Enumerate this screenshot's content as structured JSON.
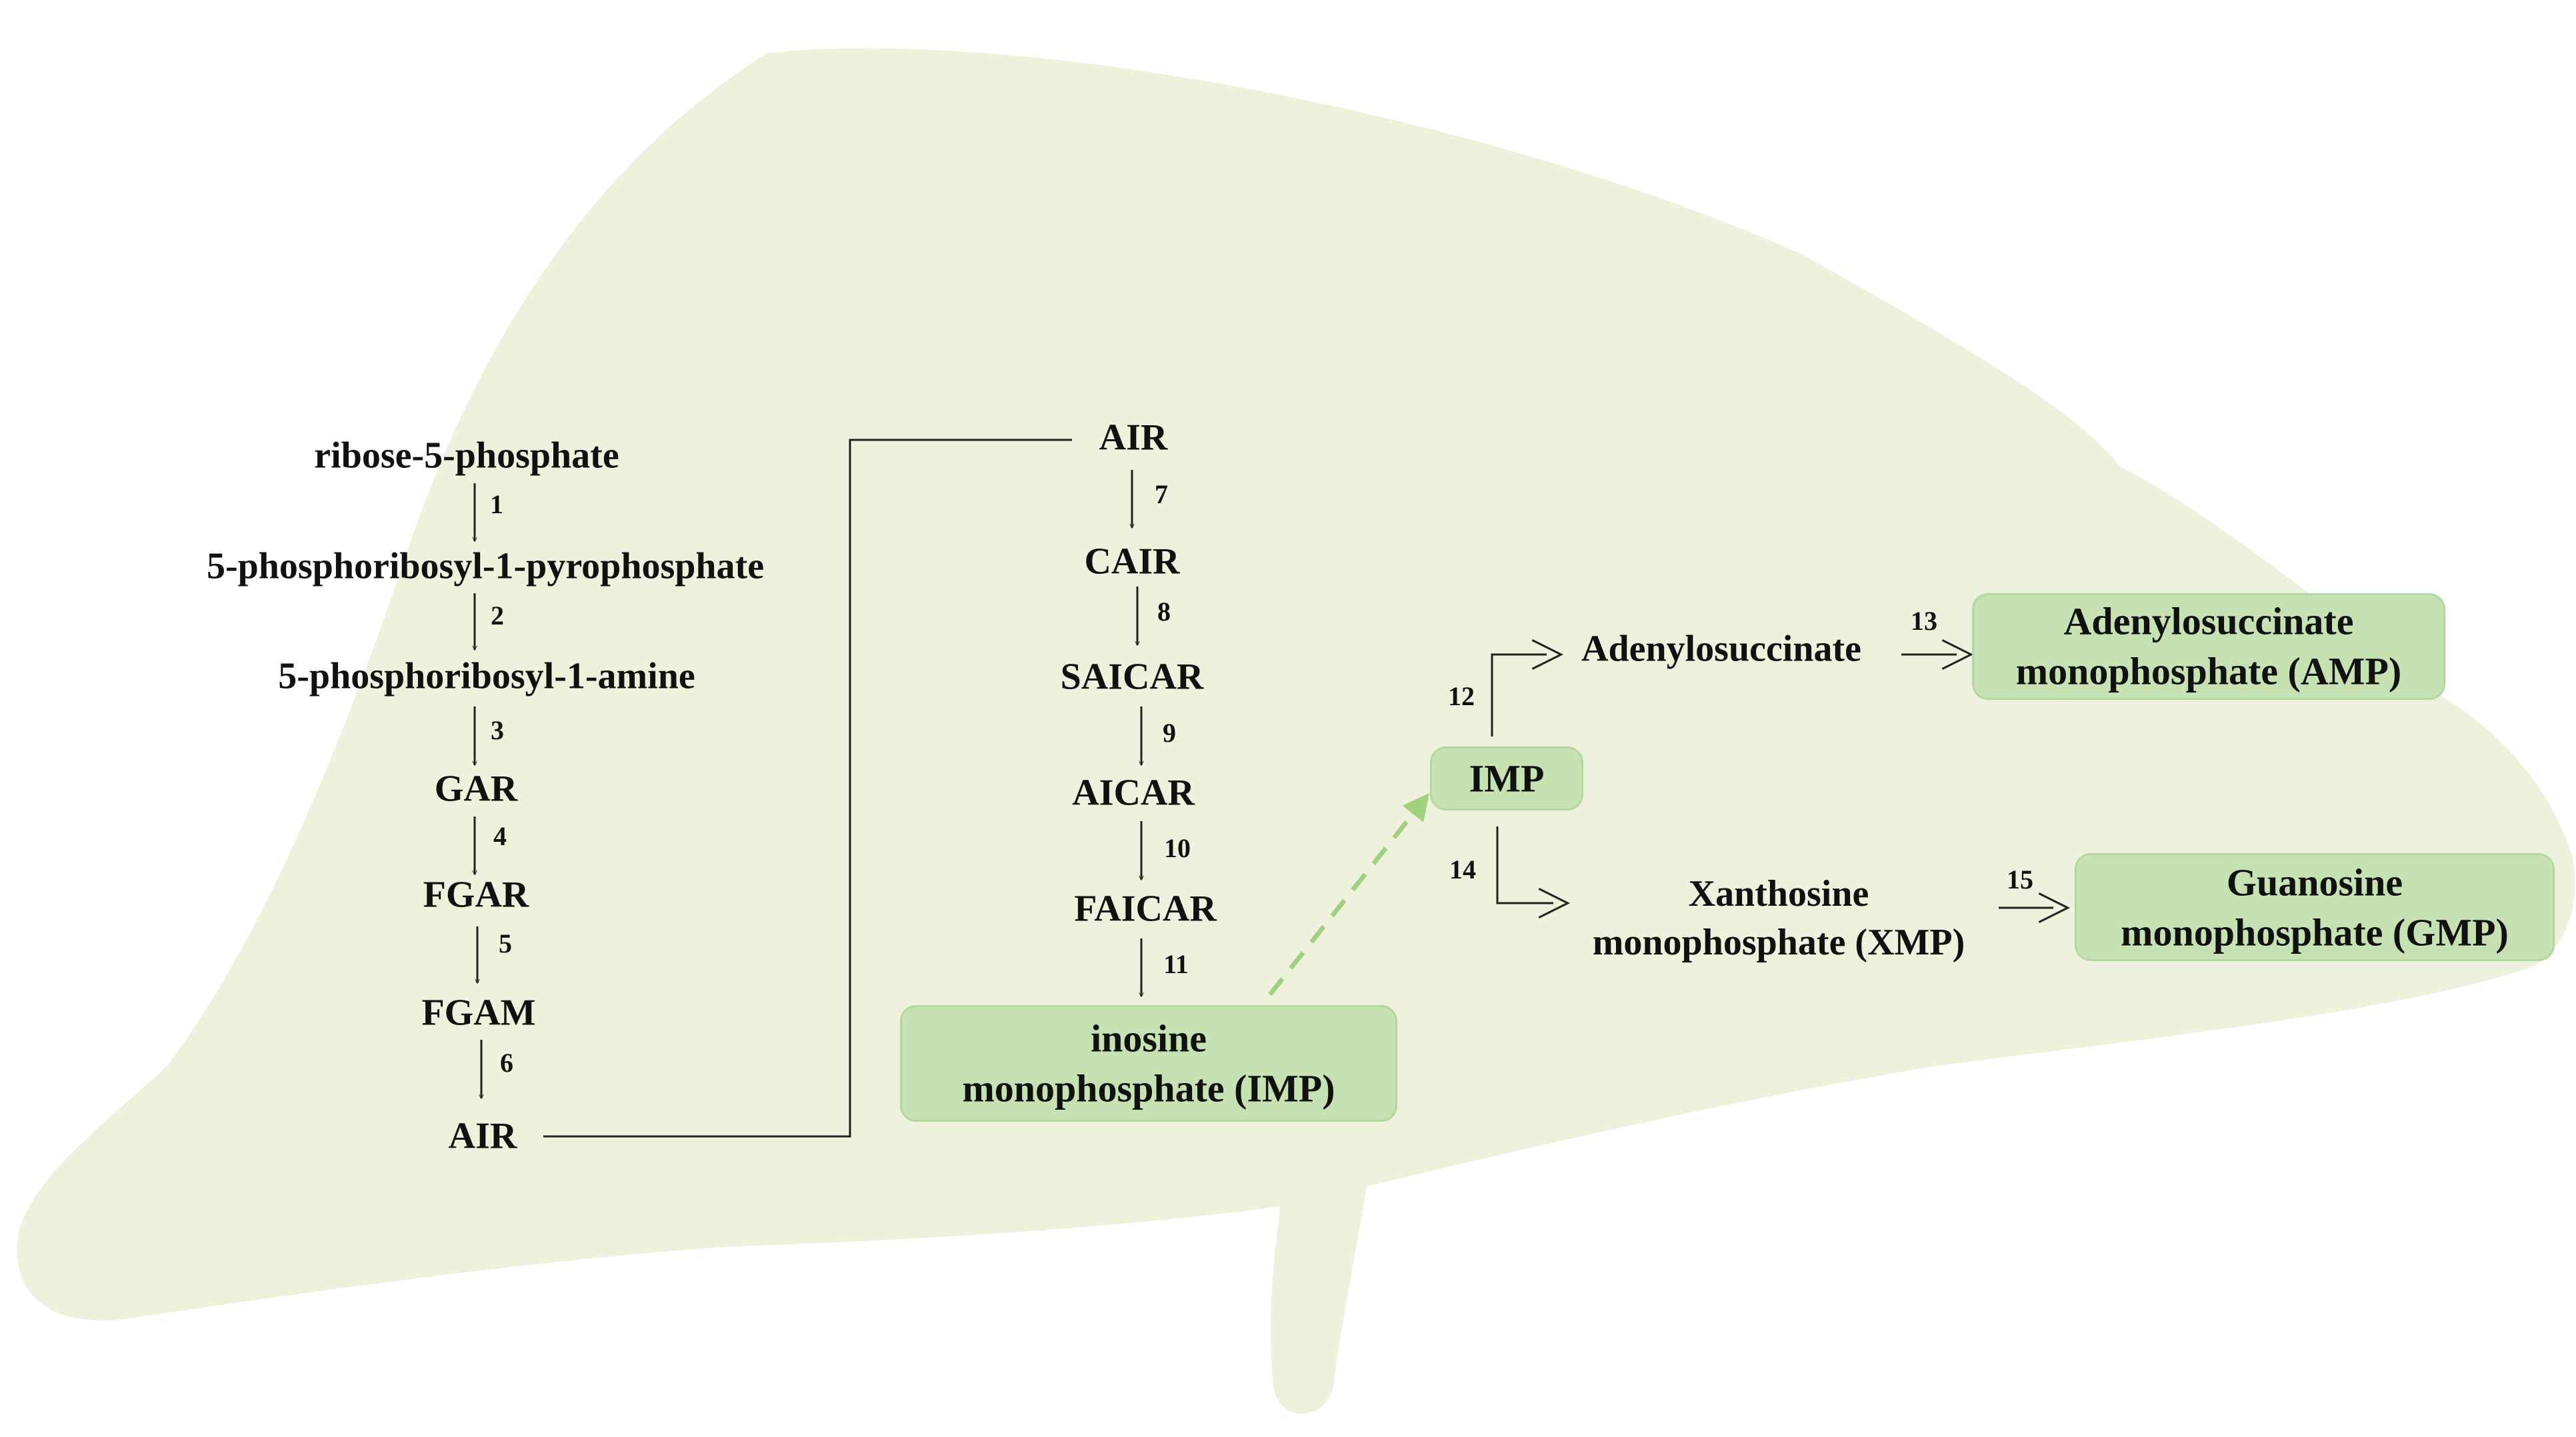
{
  "colors": {
    "liver": "#eef1dc",
    "box_fill": "#c6e2b3",
    "box_stroke": "#b6d6a0",
    "dashed_arrow": "#9fd17f",
    "line": "#222222",
    "text": "#111111"
  },
  "icons": {
    "background": "liver-silhouette"
  },
  "path_left": {
    "metabolites": [
      "ribose-5-phosphate",
      "5-phosphoribosyl-1-pyrophosphate",
      "5-phosphoribosyl-1-amine",
      "GAR",
      "FGAR",
      "FGAM",
      "AIR"
    ],
    "steps": [
      "1",
      "2",
      "3",
      "4",
      "5",
      "6"
    ]
  },
  "path_middle": {
    "metabolites": [
      "AIR",
      "CAIR",
      "SAICAR",
      "AICAR",
      "FAICAR"
    ],
    "steps": [
      "7",
      "8",
      "9",
      "10",
      "11"
    ],
    "product_box": "inosine\nmonophosphate (IMP)"
  },
  "branch": {
    "hub_box": "IMP",
    "amp_branch": {
      "step_to_intermediate": "12",
      "intermediate": "Adenylosuccinate",
      "step_to_product": "13",
      "product_box": "Adenylosuccinate\nmonophosphate (AMP)"
    },
    "gmp_branch": {
      "step_to_intermediate": "14",
      "intermediate": "Xanthosine\nmonophosphate (XMP)",
      "step_to_product": "15",
      "product_box": "Guanosine\nmonophosphate (GMP)"
    }
  }
}
